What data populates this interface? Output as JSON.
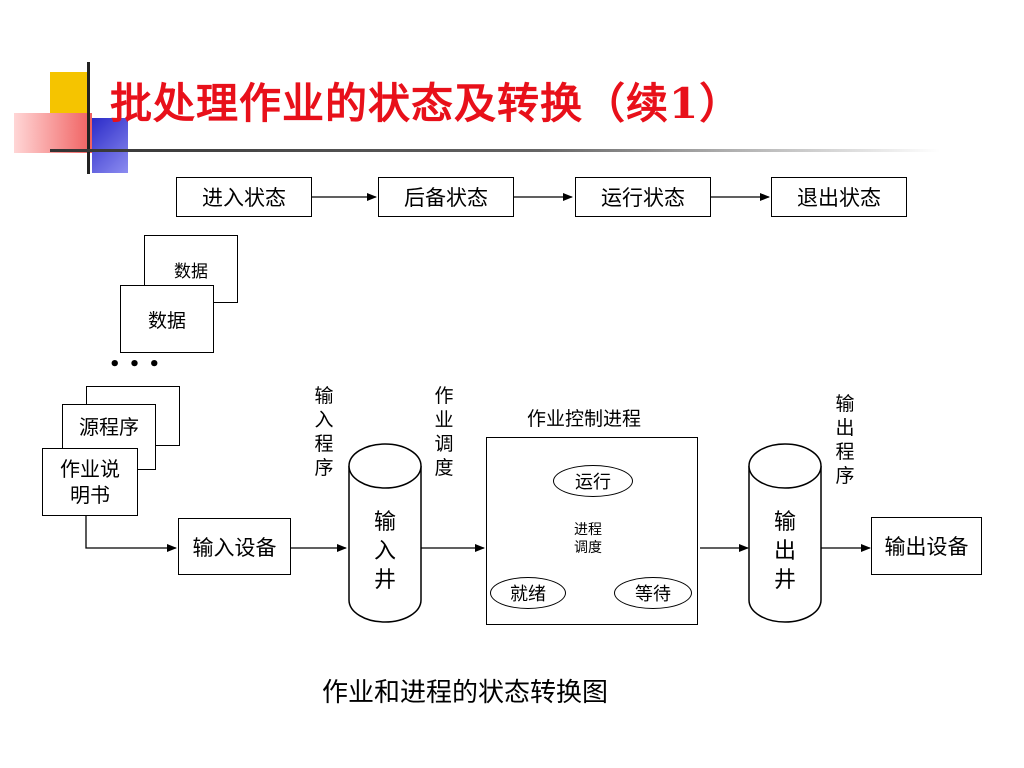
{
  "title": "批处理作业的状态及转换（续1）",
  "colors": {
    "title": "#e8101a",
    "deco_yellow": "#f5c400",
    "deco_red": "#f06060",
    "deco_blue": "#3a3ad0"
  },
  "states": [
    "进入状态",
    "后备状态",
    "运行状态",
    "退出状态"
  ],
  "data_card_back": "数据",
  "data_card_front": "数据",
  "ellipsis": "• • •",
  "source_program": "源程序",
  "job_description": "作业说明书",
  "input_device": "输入设备",
  "input_program_label": "输入程序",
  "job_scheduling_label": "作业调度",
  "input_well": "输入井",
  "job_control_process": "作业控制进程",
  "process_states": {
    "running": "运行",
    "ready": "就绪",
    "waiting": "等待"
  },
  "process_scheduling": "进程调度",
  "output_program_label": "输出程序",
  "output_well": "输出井",
  "output_device": "输出设备",
  "caption": "作业和进程的状态转换图"
}
